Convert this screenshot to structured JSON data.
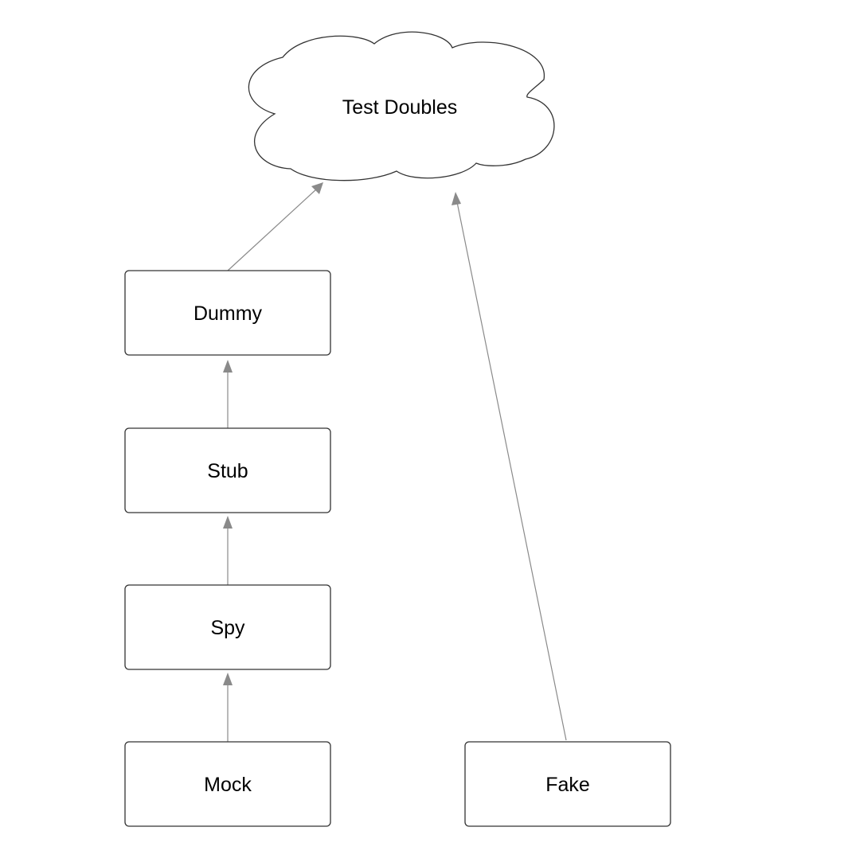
{
  "diagram": {
    "cloud": {
      "label": "Test Doubles"
    },
    "nodes": {
      "dummy": "Dummy",
      "stub": "Stub",
      "spy": "Spy",
      "mock": "Mock",
      "fake": "Fake"
    },
    "edges": [
      {
        "from": "Dummy",
        "to": "Test Doubles"
      },
      {
        "from": "Stub",
        "to": "Dummy"
      },
      {
        "from": "Spy",
        "to": "Stub"
      },
      {
        "from": "Mock",
        "to": "Spy"
      },
      {
        "from": "Fake",
        "to": "Test Doubles"
      }
    ],
    "colors": {
      "edge": "#8a8a8a",
      "border": "#333333",
      "background": "#ffffff"
    }
  }
}
